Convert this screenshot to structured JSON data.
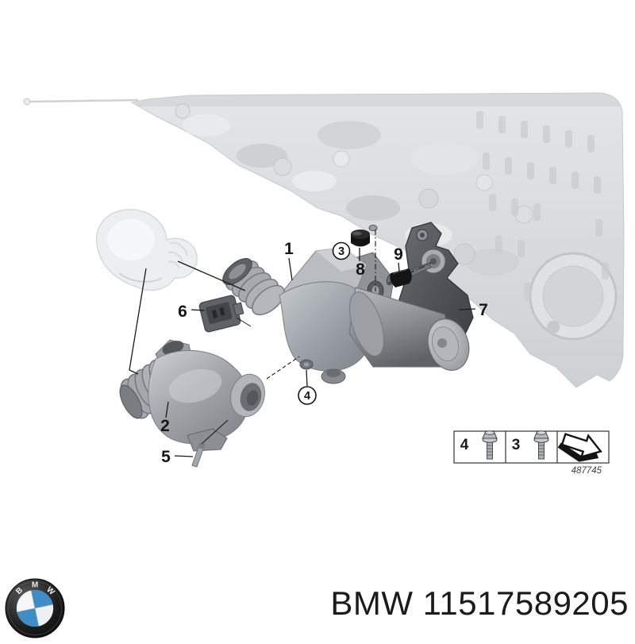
{
  "diagram": {
    "callouts": {
      "c1": "1",
      "c2": "2",
      "c3": "3",
      "c4": "4",
      "c5": "5",
      "c6": "6",
      "c7": "7",
      "c8": "8",
      "c9": "9"
    },
    "legend": {
      "cells": [
        {
          "label": "4",
          "icon": "bolt-icon"
        },
        {
          "label": "3",
          "icon": "bolt-icon"
        },
        {
          "icon": "install-arrow-icon"
        }
      ],
      "drawing_number": "487745"
    }
  },
  "footer": {
    "brand": "BMW",
    "part_number": "11517589205",
    "logo": {
      "icon": "bmw-roundel-icon",
      "letters": [
        "B",
        "M",
        "W"
      ],
      "blue": "#3f8dc6"
    }
  },
  "colors": {
    "background": "#ffffff",
    "ghost_gray": "#d8dadc",
    "part_gray": "#9aa0a6",
    "dark_gray": "#4a4e52",
    "line_black": "#1a1a1a"
  }
}
